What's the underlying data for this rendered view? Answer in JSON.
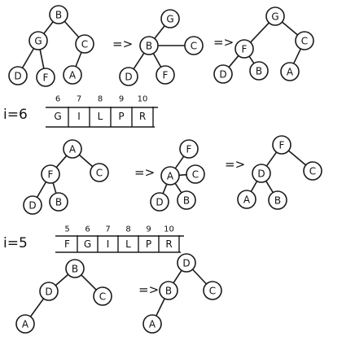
{
  "arrow_symbol": "=>",
  "trees": [
    {
      "nodes": [
        {
          "id": "g1B",
          "label": "B"
        },
        {
          "id": "g1G",
          "label": "G"
        },
        {
          "id": "g1C",
          "label": "C"
        },
        {
          "id": "g1D",
          "label": "D"
        },
        {
          "id": "g1F",
          "label": "F"
        },
        {
          "id": "g1A",
          "label": "A"
        }
      ],
      "edges": [
        [
          "g1B",
          "g1G"
        ],
        [
          "g1B",
          "g1C"
        ],
        [
          "g1G",
          "g1D"
        ],
        [
          "g1G",
          "g1F"
        ],
        [
          "g1C",
          "g1A"
        ]
      ]
    },
    {
      "nodes": [
        {
          "id": "g2G",
          "label": "G"
        },
        {
          "id": "g2B",
          "label": "B"
        },
        {
          "id": "g2C",
          "label": "C"
        },
        {
          "id": "g2D",
          "label": "D"
        },
        {
          "id": "g2F",
          "label": "F"
        }
      ],
      "edges": [
        [
          "g2G",
          "g2B"
        ],
        [
          "g2B",
          "g2C"
        ],
        [
          "g2B",
          "g2D"
        ],
        [
          "g2B",
          "g2F"
        ]
      ]
    },
    {
      "nodes": [
        {
          "id": "g3G",
          "label": "G"
        },
        {
          "id": "g3F",
          "label": "F"
        },
        {
          "id": "g3C",
          "label": "C"
        },
        {
          "id": "g3D",
          "label": "D"
        },
        {
          "id": "g3B",
          "label": "B"
        },
        {
          "id": "g3A",
          "label": "A"
        }
      ],
      "edges": [
        [
          "g3G",
          "g3F"
        ],
        [
          "g3G",
          "g3C"
        ],
        [
          "g3F",
          "g3D"
        ],
        [
          "g3F",
          "g3B"
        ],
        [
          "g3C",
          "g3A"
        ]
      ]
    },
    {
      "nodes": [
        {
          "id": "g4A",
          "label": "A"
        },
        {
          "id": "g4F",
          "label": "F"
        },
        {
          "id": "g4C",
          "label": "C"
        },
        {
          "id": "g4D",
          "label": "D"
        },
        {
          "id": "g4B",
          "label": "B"
        }
      ],
      "edges": [
        [
          "g4A",
          "g4F"
        ],
        [
          "g4A",
          "g4C"
        ],
        [
          "g4F",
          "g4D"
        ],
        [
          "g4F",
          "g4B"
        ]
      ]
    },
    {
      "nodes": [
        {
          "id": "g5F",
          "label": "F"
        },
        {
          "id": "g5A",
          "label": "A"
        },
        {
          "id": "g5C",
          "label": "C"
        },
        {
          "id": "g5D",
          "label": "D"
        },
        {
          "id": "g5B",
          "label": "B"
        }
      ],
      "edges": [
        [
          "g5F",
          "g5A"
        ],
        [
          "g5A",
          "g5C"
        ],
        [
          "g5A",
          "g5D"
        ],
        [
          "g5A",
          "g5B"
        ]
      ]
    },
    {
      "nodes": [
        {
          "id": "g6F",
          "label": "F"
        },
        {
          "id": "g6D",
          "label": "D"
        },
        {
          "id": "g6C",
          "label": "C"
        },
        {
          "id": "g6A",
          "label": "A"
        },
        {
          "id": "g6B",
          "label": "B"
        }
      ],
      "edges": [
        [
          "g6F",
          "g6D"
        ],
        [
          "g6F",
          "g6C"
        ],
        [
          "g6D",
          "g6A"
        ],
        [
          "g6D",
          "g6B"
        ]
      ]
    },
    {
      "nodes": [
        {
          "id": "g7B",
          "label": "B"
        },
        {
          "id": "g7D",
          "label": "D"
        },
        {
          "id": "g7C",
          "label": "C"
        },
        {
          "id": "g7A",
          "label": "A"
        }
      ],
      "edges": [
        [
          "g7B",
          "g7D"
        ],
        [
          "g7B",
          "g7C"
        ],
        [
          "g7D",
          "g7A"
        ]
      ]
    },
    {
      "nodes": [
        {
          "id": "g8D",
          "label": "D"
        },
        {
          "id": "g8B",
          "label": "B"
        },
        {
          "id": "g8C",
          "label": "C"
        },
        {
          "id": "g8A",
          "label": "A"
        }
      ],
      "edges": [
        [
          "g8D",
          "g8B"
        ],
        [
          "g8D",
          "g8C"
        ],
        [
          "g8B",
          "g8A"
        ]
      ]
    }
  ],
  "arrays": [
    {
      "prefix": "i=6",
      "indices": [
        "6",
        "7",
        "8",
        "9",
        "10"
      ],
      "cells": [
        "G",
        "I",
        "L",
        "P",
        "R"
      ]
    },
    {
      "prefix": "i=5",
      "indices": [
        "5",
        "6",
        "7",
        "8",
        "9",
        "10"
      ],
      "cells": [
        "F",
        "G",
        "I",
        "L",
        "P",
        "R"
      ]
    }
  ]
}
